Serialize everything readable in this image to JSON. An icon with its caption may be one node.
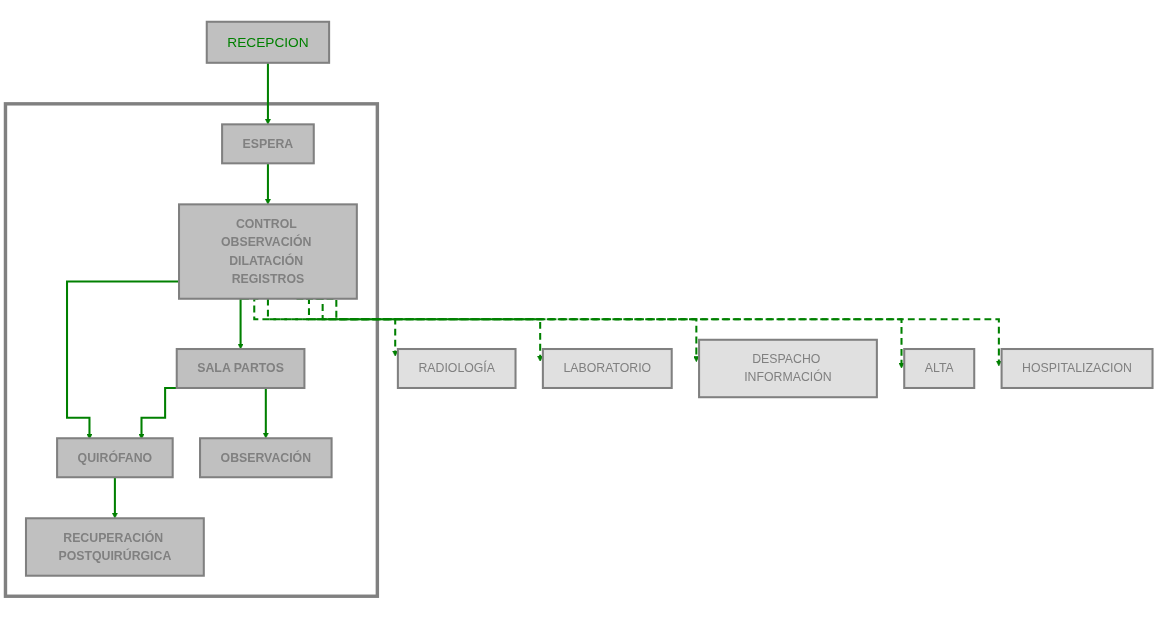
{
  "diagram": {
    "nodes": [
      {
        "text": [
          "RECEPCION"
        ]
      },
      {
        "text": [],
        "shape": "box"
      },
      {
        "text": [
          "ESPERA"
        ],
        "in": 1
      },
      {
        "text": [
          "CONTROL OBSERVACIÓN DILATACIÓN REGISTROS"
        ],
        "in": 1
      },
      {
        "text": [
          "SALA PARTOS"
        ],
        "in": 1
      },
      {
        "text": [
          "QUIRÓFANO"
        ],
        "in": 1
      },
      {
        "text": [
          "OBSERVACIÓN"
        ],
        "in": 1
      },
      {
        "text": [
          "RECUPERACIÓN POSTQUIRÚRGICA"
        ],
        "in": 1
      },
      {
        "text": [
          "RADIOLOGÍA"
        ]
      },
      {
        "text": [
          "LABORATORIO"
        ]
      },
      {
        "text": [
          "DESPACHO INFORMACIÓN"
        ]
      },
      {
        "text": [
          "ALTA"
        ]
      },
      {
        "text": [
          "HOSPITALIZACION"
        ]
      }
    ],
    "edges": [
      {
        "from": 0,
        "to": 2,
        "arrow": "to"
      },
      {
        "from": 2,
        "to": 3,
        "arrow": "to"
      },
      {
        "from": 3,
        "to": 4,
        "arrow": "to"
      },
      {
        "from": 3,
        "to": 5,
        "arrow": "to"
      },
      {
        "from": 4,
        "to": 5,
        "arrow": "to"
      },
      {
        "from": 4,
        "to": 6,
        "arrow": "to"
      },
      {
        "from": 5,
        "to": 7,
        "arrow": "to"
      },
      {
        "from": 3,
        "to": 8,
        "arrow": "to",
        "style": "dashed"
      },
      {
        "from": 3,
        "to": 9,
        "arrow": "to",
        "style": "dashed"
      },
      {
        "from": 3,
        "to": 10,
        "arrow": "to",
        "style": "dashed"
      },
      {
        "from": 3,
        "to": 11,
        "arrow": "to",
        "style": "dashed"
      },
      {
        "from": 3,
        "to": 12,
        "arrow": "to",
        "style": "dashed"
      }
    ]
  }
}
